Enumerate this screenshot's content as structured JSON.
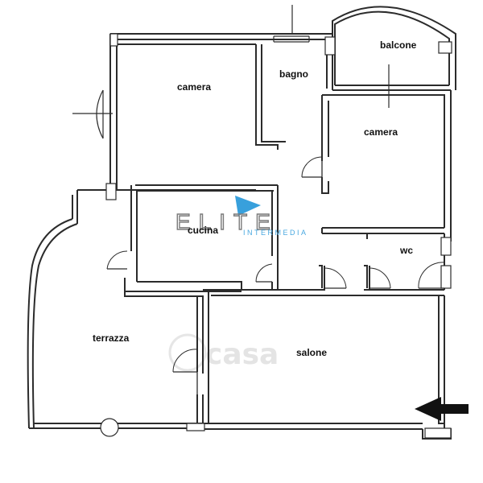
{
  "rooms": {
    "camera_1": "camera",
    "bagno": "bagno",
    "balcone": "balcone",
    "camera_2": "camera",
    "cucina": "cucina",
    "wc": "wc",
    "terrazza": "terrazza",
    "salone": "salone"
  },
  "logo": {
    "main": "ELITE",
    "sub": "INTERMEDIA"
  },
  "watermark": {
    "text": "casa"
  }
}
